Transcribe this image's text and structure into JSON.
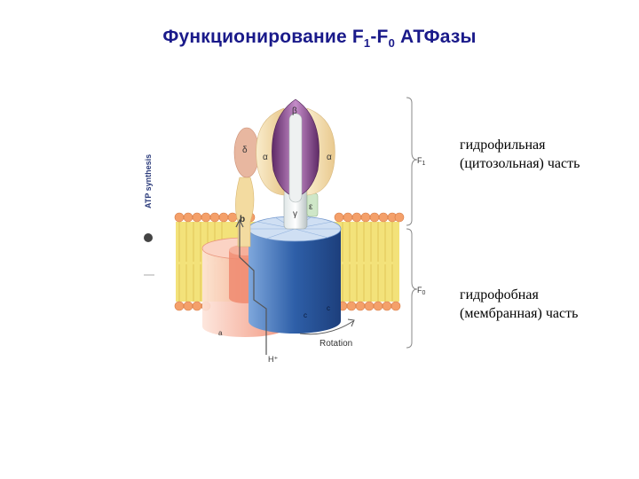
{
  "title": {
    "main": "Функционирование F",
    "sub1": "1",
    "dash": "-F",
    "sub2": "0",
    "tail": " АТФазы"
  },
  "figure": {
    "side_label": "ATP synthesis",
    "subunits": {
      "alpha": "α",
      "beta": "β",
      "delta": "δ",
      "gamma": "γ",
      "epsilon": "ε",
      "b": "b",
      "a": "a",
      "c": "c"
    },
    "f1_label": "F",
    "f1_sub": "1",
    "f0_label": "F",
    "f0_sub": "0",
    "proton": "H⁺",
    "rotation": "Rotation"
  },
  "captions": {
    "hydrophilic": "гидрофильная\n(цитозольная) часть",
    "hydrophobic": "гидрофобная\n(мембранная) часть"
  },
  "colors": {
    "title": "#1a1a8a",
    "membrane_head": "#f4a06a",
    "membrane_tail": "#f3e27a",
    "beta_purple": "#8a4a8e",
    "alpha_cream": "#f6e2b0",
    "c_ring_blue": "#2e5fa8",
    "a_subunit_salmon": "#f08a70"
  }
}
